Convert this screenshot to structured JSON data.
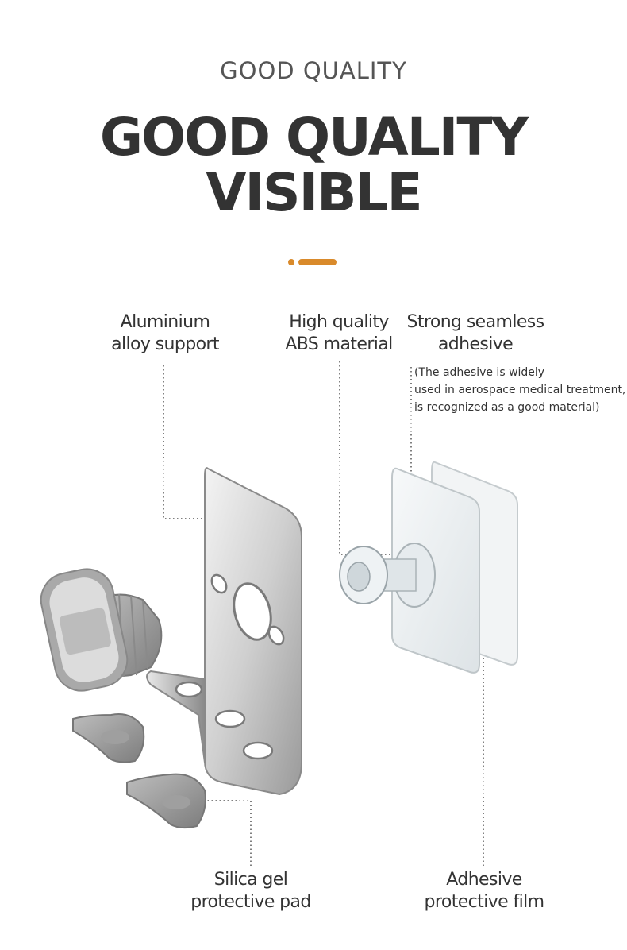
{
  "header": {
    "eyebrow": "GOOD QUALITY",
    "headline_line1": "GOOD QUALITY",
    "headline_line2": "VISIBLE"
  },
  "accent_color": "#d98a2b",
  "callouts": {
    "aluminium": {
      "line1": "Aluminium",
      "line2": "alloy support"
    },
    "abs": {
      "line1": "High quality",
      "line2": "ABS material"
    },
    "adhesive": {
      "line1": "Strong seamless",
      "line2": "adhesive"
    },
    "adhesive_note": {
      "line1": "(The adhesive is widely",
      "line2": "used in aerospace medical treatment,",
      "line3": "is recognized as a good material)"
    },
    "silica": {
      "line1": "Silica gel",
      "line2": "protective pad"
    },
    "film": {
      "line1": "Adhesive",
      "line2": "protective film"
    }
  }
}
